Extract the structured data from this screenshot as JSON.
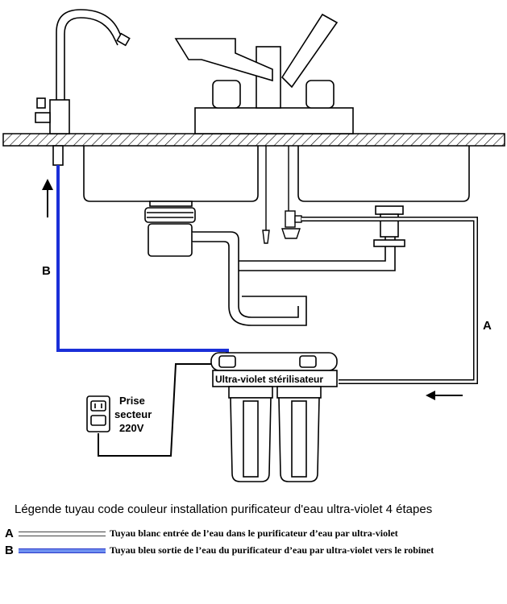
{
  "labels": {
    "tube_b": "B",
    "tube_a": "A",
    "uv_unit": "Ultra-violet stérilisateur",
    "outlet_line1": "Prise",
    "outlet_line2": "secteur",
    "outlet_line3": "220V"
  },
  "legend": {
    "title": "Légende tuyau code couleur installation purificateur d'eau ultra-violet 4 étapes",
    "items": [
      {
        "key": "A",
        "text": "Tuyau blanc entrée de l’eau dans le purificateur d’eau par ultra-violet"
      },
      {
        "key": "B",
        "text": "Tuyau bleu sortie de l’eau du purificateur d’eau par ultra-violet vers le robinet"
      }
    ]
  },
  "colors": {
    "tube_white": "#ffffff",
    "tube_blue": "#1a2fd8",
    "line": "#000000"
  }
}
